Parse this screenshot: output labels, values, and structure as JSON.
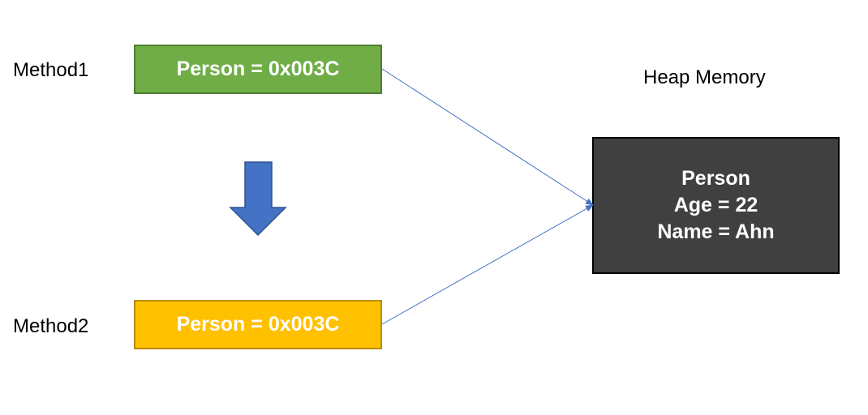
{
  "colors": {
    "method1_fill": "#70AD47",
    "method1_border": "#507E32",
    "method2_fill": "#FFC000",
    "method2_border": "#BC8C00",
    "heap_fill": "#404040",
    "heap_border": "#000000",
    "arrow_fill": "#4472C4",
    "arrow_border": "#2F528F",
    "connector": "#4472C4"
  },
  "method1": {
    "label": "Method1",
    "box_text": "Person = 0x003C"
  },
  "method2": {
    "label": "Method2",
    "box_text": "Person = 0x003C"
  },
  "heap": {
    "title": "Heap Memory",
    "lines": [
      "Person",
      "Age = 22",
      "Name = Ahn"
    ]
  },
  "flow_arrow_icon": "down-arrow-icon"
}
